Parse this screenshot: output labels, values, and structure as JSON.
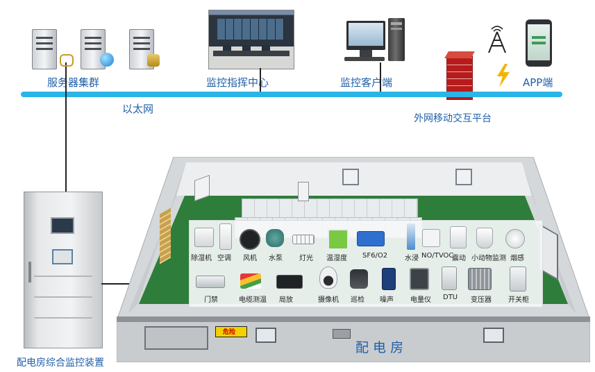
{
  "network": {
    "servers_label": "服务器集群",
    "command_center_label": "监控指挥中心",
    "client_label": "监控客户端",
    "app_label": "APP端",
    "ethernet_label": "以太网",
    "external_platform_label": "外网移动交互平台"
  },
  "device_label": "配电房综合监控装置",
  "room_label": "配 电 房",
  "warning_sign": "危险",
  "sensors_row1": [
    "除湿机",
    "空调",
    "风机",
    "水泵",
    "灯光",
    "温湿度",
    "SF6/O2",
    "水浸",
    "NO/TVOC",
    "震动",
    "小动物监测",
    "烟感"
  ],
  "sensors_row2": [
    "门禁",
    "电缆测温",
    "局放",
    "摄像机",
    "巡检",
    "噪声",
    "电量仪",
    "DTU",
    "变压器",
    "开关柜"
  ],
  "colors": {
    "ethernet_line": "#29b6e6",
    "label_blue": "#1f5fa8",
    "floor_green": "#2f7d3a",
    "wall_gray": "#cfd2d4",
    "firewall_red": "#c62828"
  }
}
